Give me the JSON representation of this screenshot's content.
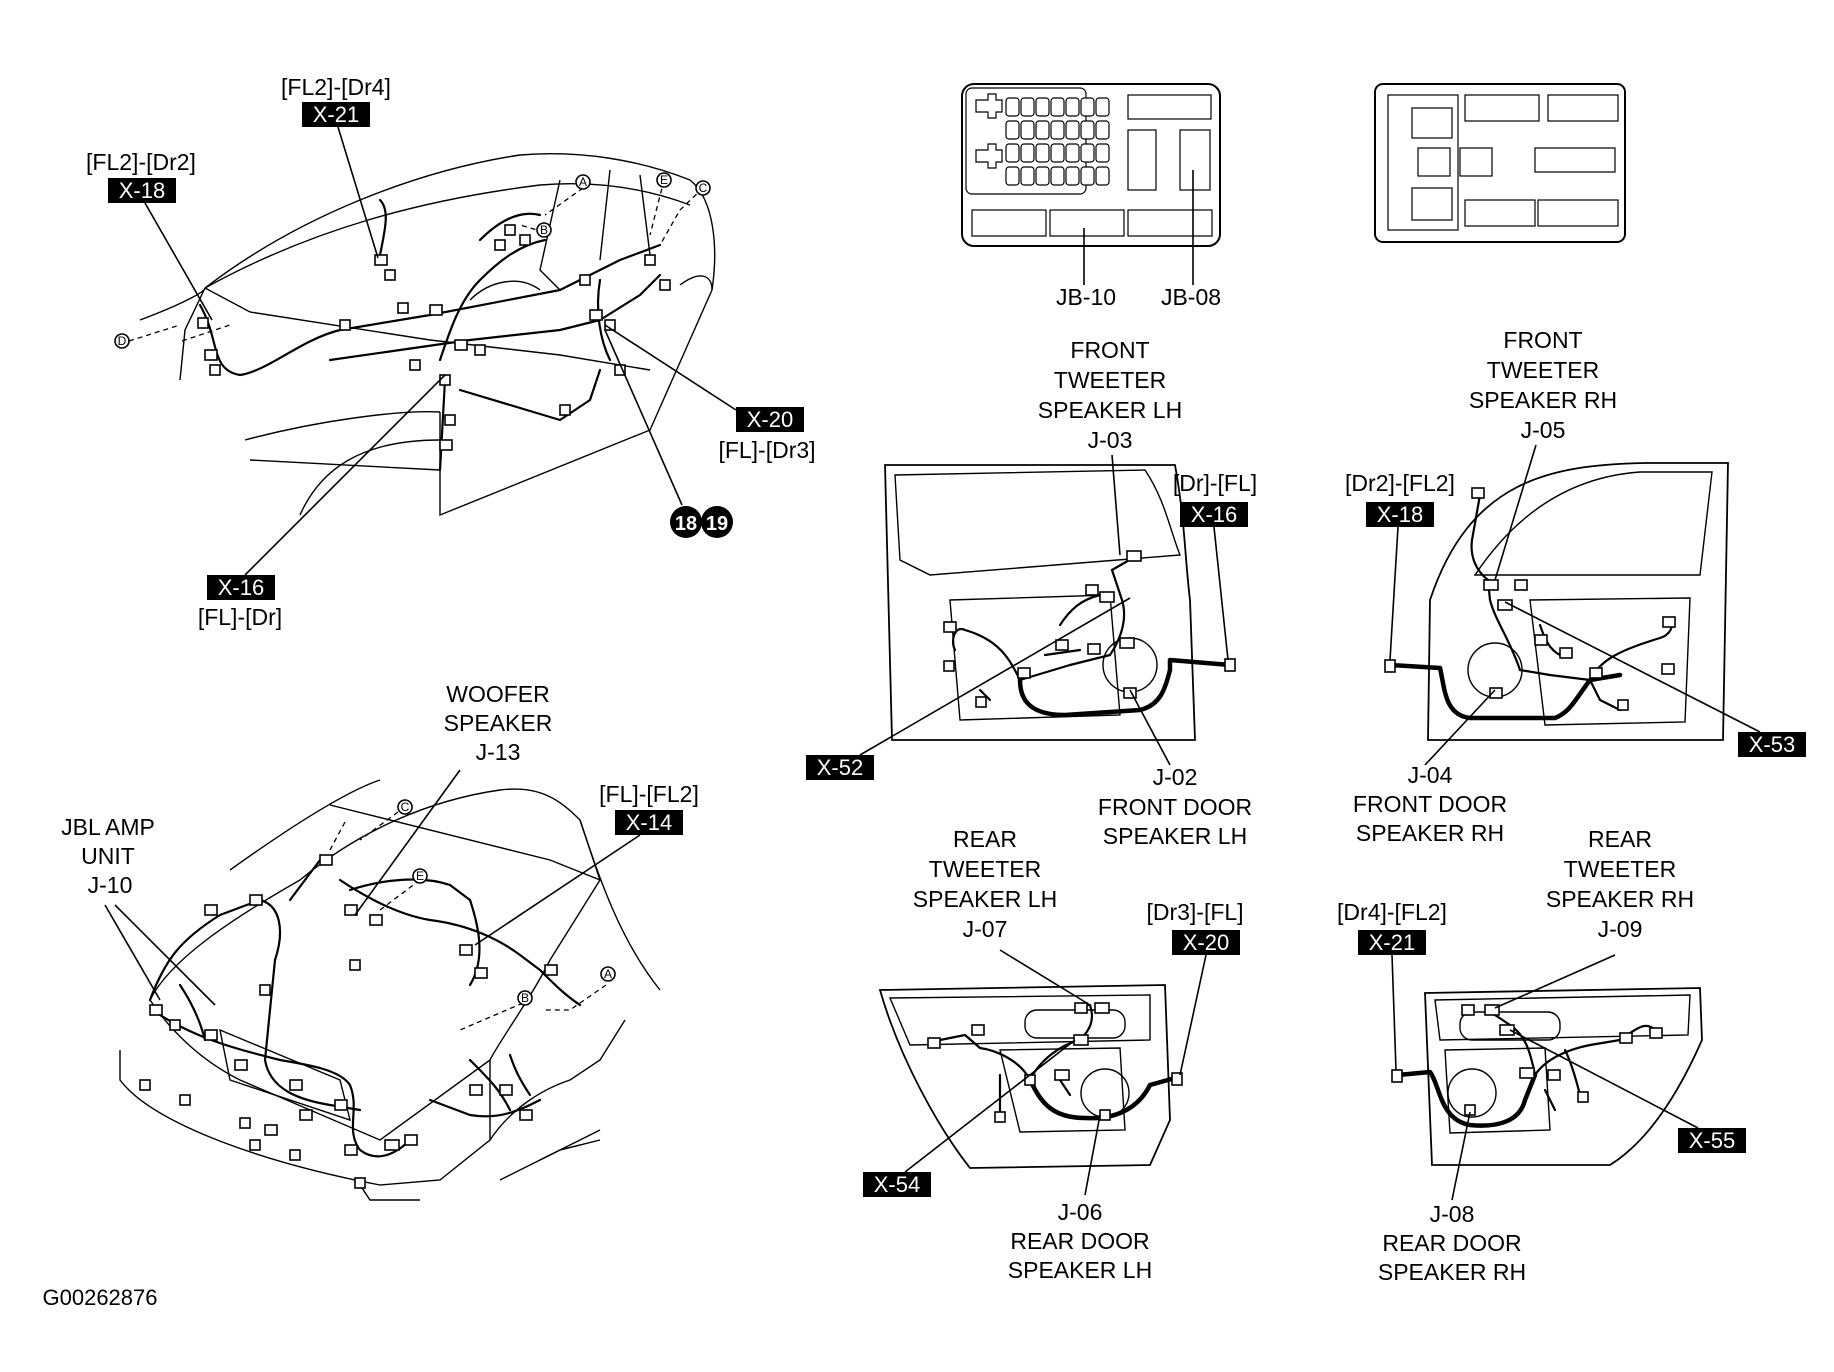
{
  "figure_code": "G00262876",
  "car_front": {
    "x21": {
      "label": "[FL2]-[Dr4]",
      "code": "X-21"
    },
    "x18": {
      "label": "[FL2]-[Dr2]",
      "code": "X-18"
    },
    "x20": {
      "label": "[FL]-[Dr3]",
      "code": "X-20"
    },
    "x16": {
      "label": "[FL]-[Dr]",
      "code": "X-16"
    },
    "badges": [
      "18",
      "19"
    ],
    "markers": [
      "A",
      "B",
      "C",
      "D",
      "E"
    ]
  },
  "junction_box": {
    "jb10": "JB-10",
    "jb08": "JB-08"
  },
  "front_left_door": {
    "tweeter": [
      "FRONT",
      "TWEETER",
      "SPEAKER LH",
      "J-03"
    ],
    "connector_label": "[Dr]-[FL]",
    "connector_code": "X-16",
    "side_code": "X-52",
    "speaker": [
      "J-02",
      "FRONT DOOR",
      "SPEAKER LH"
    ]
  },
  "front_right_door": {
    "tweeter": [
      "FRONT",
      "TWEETER",
      "SPEAKER RH",
      "J-05"
    ],
    "connector_label": "[Dr2]-[FL2]",
    "connector_code": "X-18",
    "side_code": "X-53",
    "speaker": [
      "J-04",
      "FRONT DOOR",
      "SPEAKER RH"
    ]
  },
  "rear_left_door": {
    "tweeter": [
      "REAR",
      "TWEETER",
      "SPEAKER LH",
      "J-07"
    ],
    "connector_label": "[Dr3]-[FL]",
    "connector_code": "X-20",
    "side_code": "X-54",
    "speaker": [
      "J-06",
      "REAR DOOR",
      "SPEAKER LH"
    ]
  },
  "rear_right_door": {
    "tweeter": [
      "REAR",
      "TWEETER",
      "SPEAKER RH",
      "J-09"
    ],
    "connector_label": "[Dr4]-[FL2]",
    "connector_code": "X-21",
    "side_code": "X-55",
    "speaker": [
      "J-08",
      "REAR DOOR",
      "SPEAKER RH"
    ]
  },
  "car_rear": {
    "woofer": [
      "WOOFER",
      "SPEAKER",
      "J-13"
    ],
    "amp": [
      "JBL AMP",
      "UNIT",
      "J-10"
    ],
    "x14": {
      "label": "[FL]-[FL2]",
      "code": "X-14"
    },
    "markers": [
      "A",
      "B",
      "C",
      "E"
    ]
  }
}
